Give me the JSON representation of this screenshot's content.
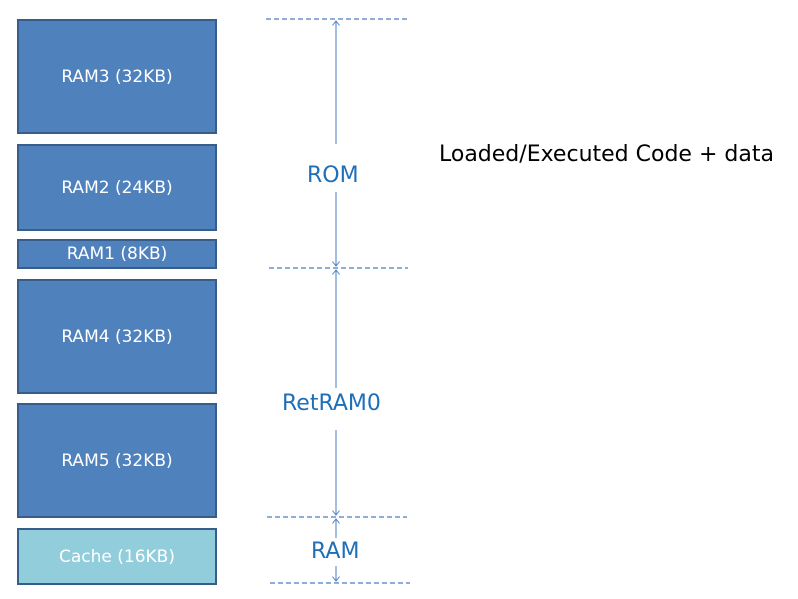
{
  "blocks": [
    {
      "label": "RAM3 (32KB)",
      "kind": "ram"
    },
    {
      "label": "RAM2 (24KB)",
      "kind": "ram"
    },
    {
      "label": "RAM1 (8KB)",
      "kind": "ram"
    },
    {
      "label": "RAM4 (32KB)",
      "kind": "ram"
    },
    {
      "label": "RAM5 (32KB)",
      "kind": "ram"
    },
    {
      "label": "Cache (16KB)",
      "kind": "cache"
    }
  ],
  "regions": {
    "rom": "ROM",
    "retram0": "RetRAM0",
    "ram": "RAM"
  },
  "note": "Loaded/Executed Code + data",
  "colors": {
    "ram_block": "#4f81bd",
    "cache_block": "#92cddc",
    "block_border": "#385d8a",
    "region_text": "#1f6fb8",
    "guide_line": "#4a7cc0"
  }
}
